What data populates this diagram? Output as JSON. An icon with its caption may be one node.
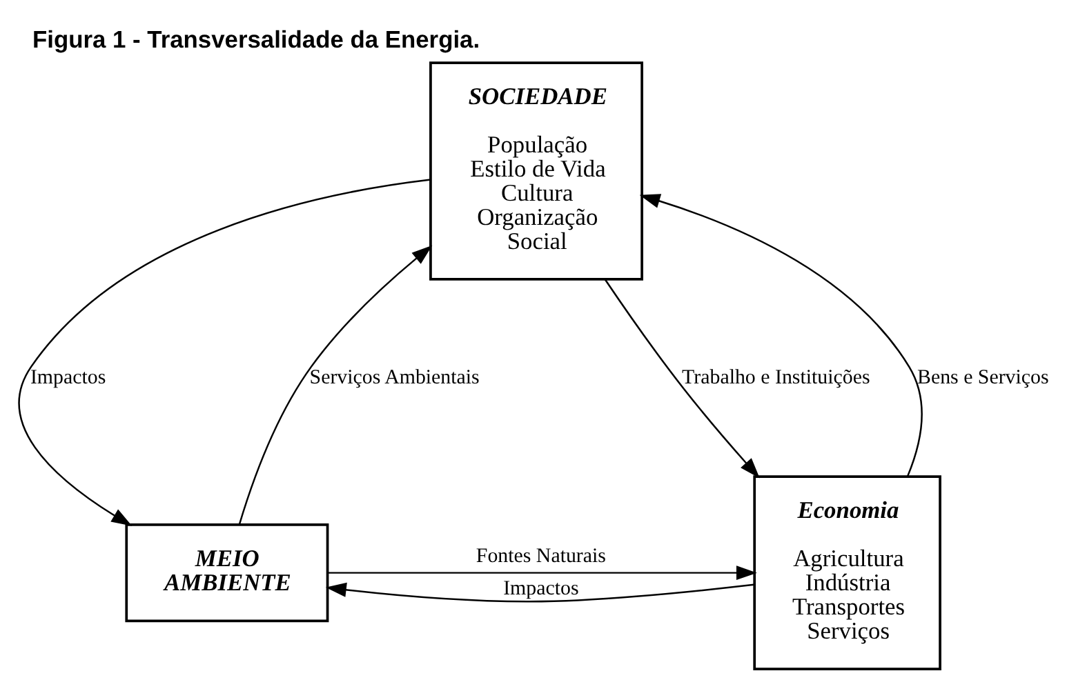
{
  "diagram": {
    "title": "Figura 1 - Transversalidade da Energia.",
    "nodes": [
      {
        "text": [
          "SOCIEDADE",
          "População Estilo de Vida Cultura Organização Social"
        ]
      },
      {
        "text": [
          "MEIO AMBIENTE"
        ]
      },
      {
        "text": [
          "Economia",
          "Agricultura Indústria Transportes Serviços"
        ]
      }
    ],
    "edges": [
      {
        "from": 0,
        "to": 1,
        "arrow": "to",
        "label": "Impactos"
      },
      {
        "from": 1,
        "to": 0,
        "arrow": "to",
        "label": "Serviços Ambientais"
      },
      {
        "from": 0,
        "to": 2,
        "arrow": "to",
        "label": "Trabalho e Instituições"
      },
      {
        "from": 2,
        "to": 0,
        "arrow": "to",
        "label": "Bens e Serviços"
      },
      {
        "from": 2,
        "to": 1,
        "arrow": "to",
        "label": "Impactos"
      },
      {
        "from": 1,
        "to": 2,
        "arrow": "to",
        "label": "Fontes Naturais"
      }
    ]
  }
}
